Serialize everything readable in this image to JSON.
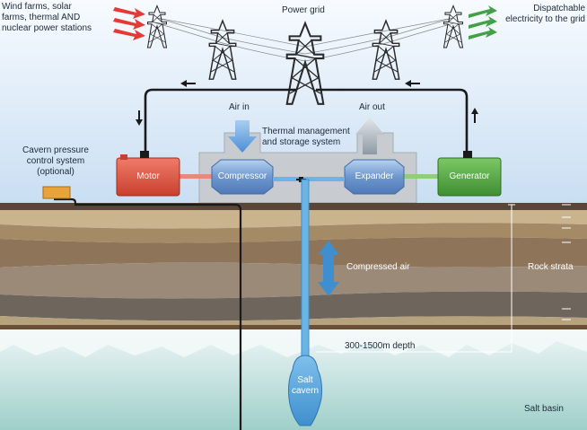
{
  "sources_label": "Wind farms, solar\nfarms, thermal AND\nnuclear power stations",
  "grid_label": "Power grid",
  "dispatch_label": "Dispatchable\nelectricity to the grid",
  "air_in_label": "Air in",
  "air_out_label": "Air out",
  "thermal_label": "Thermal management\nand storage system",
  "pressure_label": "Cavern pressure\ncontrol system\n(optional)",
  "components": {
    "motor": "Motor",
    "compressor": "Compressor",
    "expander": "Expander",
    "generator": "Generator"
  },
  "compressed_air_label": "Compressed air",
  "rock_strata_label": "Rock strata",
  "depth_label": "300-1500m depth",
  "cavern_label": "Salt\ncavern",
  "salt_basin_label": "Salt basin",
  "colors": {
    "sky": "#dbe9f6",
    "motor": "#e35a4a",
    "generator": "#5ab04a",
    "turbine": "#7fa8d8",
    "air_pipe": "#6cb4e4",
    "pressure_box": "#e8a43a",
    "arrow_in": "#e53935",
    "arrow_out": "#43a047"
  }
}
